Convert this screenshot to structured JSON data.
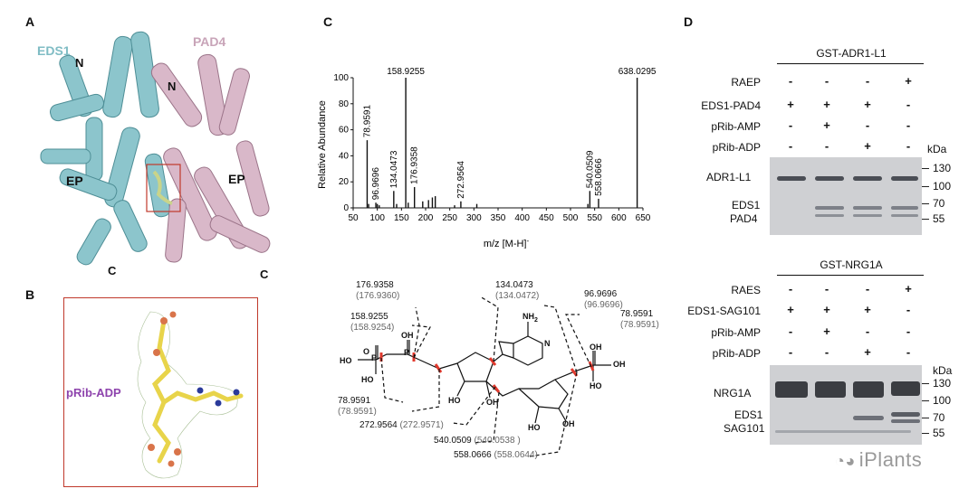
{
  "panels": {
    "a": "A",
    "b": "B",
    "c": "C",
    "d": "D"
  },
  "panel_a": {
    "eds1": "EDS1",
    "pad4": "PAD4",
    "n_left": "N",
    "n_right": "N",
    "ep_left": "EP",
    "ep_right": "EP",
    "c_left": "C",
    "c_right": "C",
    "colors": {
      "eds1": "#7fbcc4",
      "pad4": "#c8a4b8"
    }
  },
  "panel_b": {
    "ligand": "pRib-ADP",
    "frame_color": "#c0392b",
    "label_color": "#8e44ad"
  },
  "chart_data": {
    "type": "bar",
    "title": "",
    "xlabel": "m/z [M-H]",
    "xlabel_sup": "-",
    "ylabel": "Relative Abundance",
    "xlim": [
      50,
      650
    ],
    "ylim": [
      0,
      100
    ],
    "xticks": [
      50,
      100,
      150,
      200,
      250,
      300,
      350,
      400,
      450,
      500,
      550,
      600,
      650
    ],
    "yticks": [
      0,
      20,
      40,
      60,
      80,
      100
    ],
    "peaks": [
      {
        "x": 78.9591,
        "y": 52,
        "label": "78.9591"
      },
      {
        "x": 96.9696,
        "y": 4,
        "label": "96.9696"
      },
      {
        "x": 134.0473,
        "y": 13,
        "label": "134.0473"
      },
      {
        "x": 158.9255,
        "y": 100,
        "label": "158.9255"
      },
      {
        "x": 176.9358,
        "y": 16,
        "label": "176.9358"
      },
      {
        "x": 272.9564,
        "y": 5,
        "label": "272.9564"
      },
      {
        "x": 540.0509,
        "y": 13,
        "label": "540.0509"
      },
      {
        "x": 558.0666,
        "y": 7,
        "label": "558.0666"
      },
      {
        "x": 638.0295,
        "y": 100,
        "label": "638.0295"
      },
      {
        "x": 82,
        "y": 3,
        "label": ""
      },
      {
        "x": 100,
        "y": 3,
        "label": ""
      },
      {
        "x": 104,
        "y": 2,
        "label": ""
      },
      {
        "x": 140,
        "y": 3,
        "label": ""
      },
      {
        "x": 164,
        "y": 4,
        "label": ""
      },
      {
        "x": 194,
        "y": 5,
        "label": ""
      },
      {
        "x": 206,
        "y": 6,
        "label": ""
      },
      {
        "x": 214,
        "y": 8,
        "label": ""
      },
      {
        "x": 220,
        "y": 9,
        "label": ""
      },
      {
        "x": 260,
        "y": 2,
        "label": ""
      },
      {
        "x": 306,
        "y": 3,
        "label": ""
      },
      {
        "x": 536,
        "y": 3,
        "label": ""
      }
    ]
  },
  "fragments": [
    {
      "obs": "176.9358",
      "calc": "(176.9360)"
    },
    {
      "obs": "158.9255",
      "calc": "(158.9254)"
    },
    {
      "obs": "134.0473",
      "calc": "(134.0472)"
    },
    {
      "obs": "96.9696",
      "calc": "(96.9696)"
    },
    {
      "obs": "78.9591",
      "calc": "(78.9591)"
    },
    {
      "obs": "78.9591",
      "calc": "(78.9591)"
    },
    {
      "obs": "272.9564",
      "calc": "(272.9571)"
    },
    {
      "obs": "540.0509",
      "calc": "(540.0538 )"
    },
    {
      "obs": "558.0666",
      "calc": "(558.0644)"
    }
  ],
  "structure_atoms": {
    "nh2": "NH",
    "nh2_sub": "2",
    "o": "O",
    "oh": "OH",
    "ho": "HO",
    "n": "N",
    "p": "P"
  },
  "gel_top": {
    "header": "GST-ADR1-L1",
    "rows": [
      {
        "label": "RAEP",
        "signs": [
          "-",
          "-",
          "-",
          "+"
        ]
      },
      {
        "label": "EDS1-PAD4",
        "signs": [
          "+",
          "+",
          "+",
          "-"
        ]
      },
      {
        "label": "pRib-AMP",
        "signs": [
          "-",
          "+",
          "-",
          "-"
        ]
      },
      {
        "label": "pRib-ADP",
        "signs": [
          "-",
          "-",
          "+",
          "-"
        ]
      }
    ],
    "kda_label": "kDa",
    "markers": [
      "130",
      "100",
      "70",
      "55"
    ],
    "band_labels": [
      "ADR1-L1",
      "EDS1",
      "PAD4"
    ]
  },
  "gel_bottom": {
    "header": "GST-NRG1A",
    "rows": [
      {
        "label": "RAES",
        "signs": [
          "-",
          "-",
          "-",
          "+"
        ]
      },
      {
        "label": "EDS1-SAG101",
        "signs": [
          "+",
          "+",
          "+",
          "-"
        ]
      },
      {
        "label": "pRib-AMP",
        "signs": [
          "-",
          "+",
          "-",
          "-"
        ]
      },
      {
        "label": "pRib-ADP",
        "signs": [
          "-",
          "-",
          "+",
          "-"
        ]
      }
    ],
    "kda_label": "kDa",
    "markers": [
      "130",
      "100",
      "70",
      "55"
    ],
    "band_labels": [
      "NRG1A",
      "EDS1",
      "SAG101"
    ]
  },
  "watermark": "iPlants"
}
